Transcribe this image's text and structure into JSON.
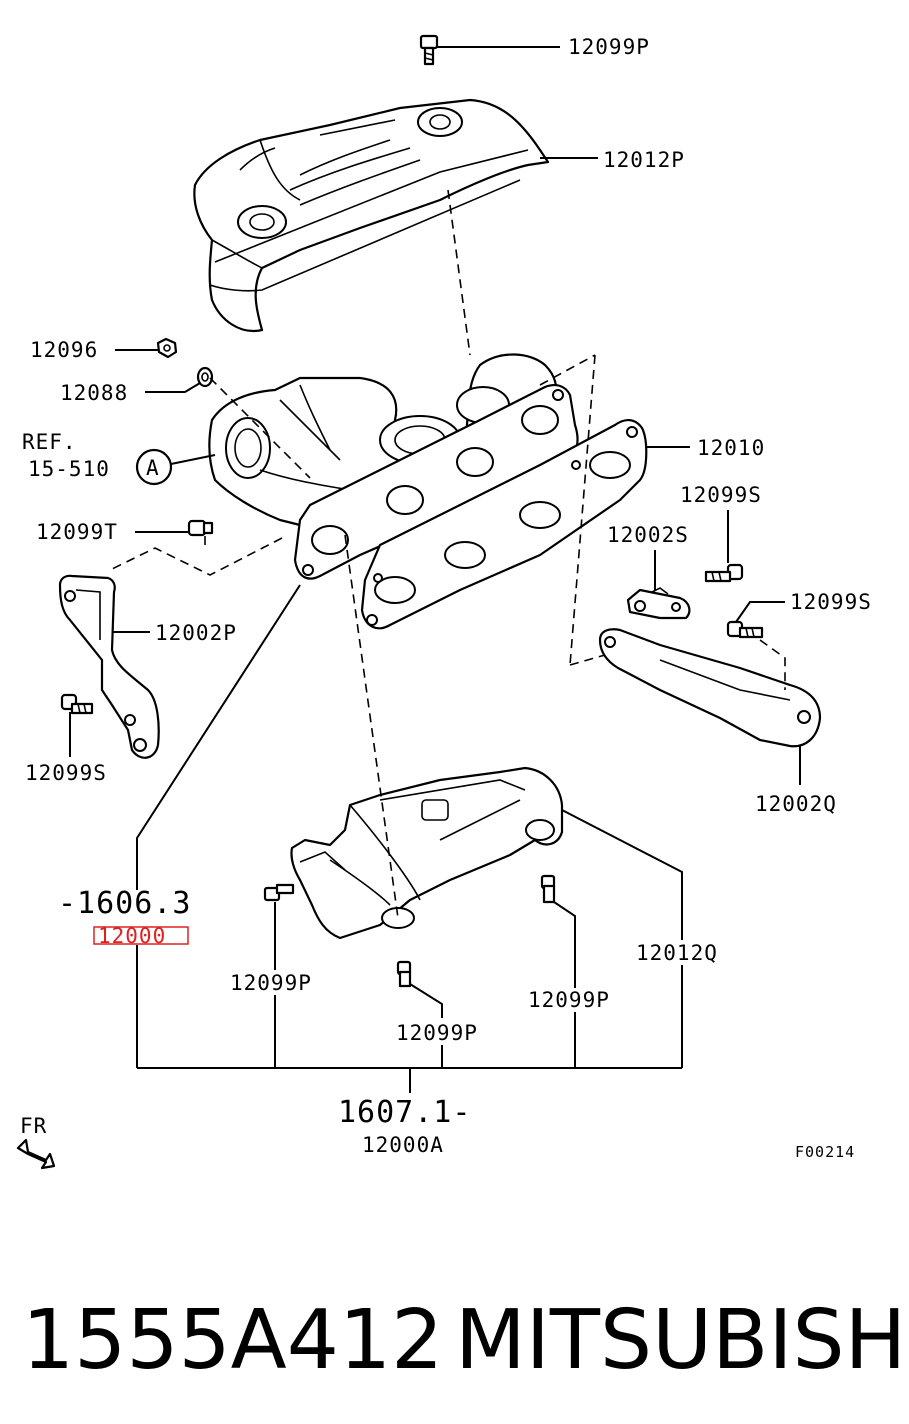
{
  "labels": {
    "bolt_top": "12099P",
    "upper_heat_shield": "12012P",
    "nut": "12096",
    "washer": "12088",
    "ref_line1": "REF.",
    "ref_line2": "15-510",
    "ref_marker": "A",
    "gasket": "12010",
    "bolt_right_top": "12099S",
    "bracket_small": "12002S",
    "bolt_right_mid": "12099S",
    "stud_left": "12099T",
    "bracket_left": "12002P",
    "bolt_left": "12099S",
    "bracket_right": "12002Q",
    "ref_manifold": "-1606.3",
    "manifold_part": "12000",
    "bolt_bottom_left": "12099P",
    "bolt_bottom_mid": "12099P",
    "bolt_bottom_right": "12099P",
    "lower_heat_shield": "12012Q",
    "ref_assembly": "1607.1-",
    "assembly_part": "12000A",
    "front_indicator": "FR",
    "figure_code": "F00214"
  },
  "caption": {
    "part_number": "1555A412",
    "brand": "MITSUBISHI"
  },
  "colors": {
    "highlight": "#e02020",
    "line": "#000000",
    "background": "#ffffff"
  }
}
